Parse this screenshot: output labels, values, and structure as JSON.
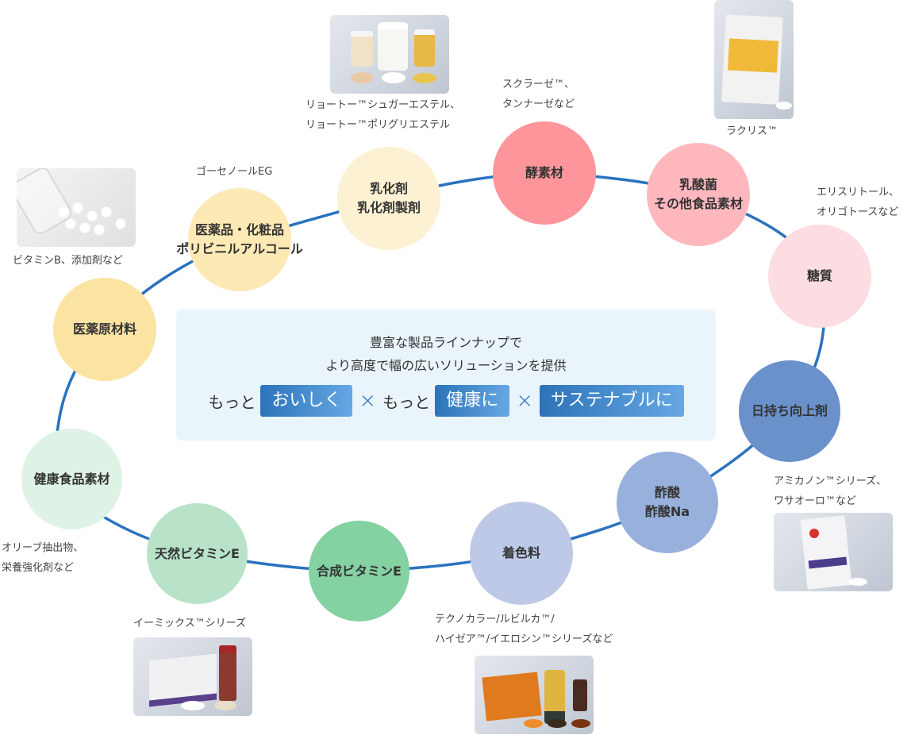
{
  "colors": {
    "ring_line": "#2b72bf",
    "center_box_bg": "#eaf4fb",
    "pill_gradient_start": "#2c73b8",
    "pill_gradient_end": "#66a8e4",
    "times_symbol": "#2d74bb"
  },
  "center": {
    "line1": "豊富な製品ラインナップで",
    "line2": "より高度で幅の広いソリューションを提供",
    "tagline": {
      "more_1": "もっと",
      "pill_1": "おいしく",
      "times_1": "×",
      "more_2": "もっと",
      "pill_2": "健康に",
      "times_2": "×",
      "pill_3": "サステナブルに"
    }
  },
  "nodes": [
    {
      "id": "pharma-raw",
      "lines": [
        "医薬原材料"
      ],
      "color": "#fbe3a2"
    },
    {
      "id": "health-food",
      "lines": [
        "健康食品素材"
      ],
      "color": "#dff2e6"
    },
    {
      "id": "natural-vit-e",
      "lines": [
        "天然ビタミンE"
      ],
      "color": "#b8e3c9"
    },
    {
      "id": "synthetic-vit-e",
      "lines": [
        "合成ビタミンE"
      ],
      "color": "#84d1a2"
    },
    {
      "id": "colorant",
      "lines": [
        "着色料"
      ],
      "color": "#bdc9e7"
    },
    {
      "id": "acetic-acid",
      "lines": [
        "酢酸",
        "酢酸Na"
      ],
      "color": "#98b0dc"
    },
    {
      "id": "shelf-life",
      "lines": [
        "日持ち向上剤"
      ],
      "color": "#6b91cb"
    },
    {
      "id": "saccharide",
      "lines": [
        "糖質"
      ],
      "color": "#fcdde1"
    },
    {
      "id": "lactic-bacteria",
      "lines": [
        "乳酸菌",
        "その他食品素材"
      ],
      "color": "#feb8bd"
    },
    {
      "id": "enzyme",
      "lines": [
        "酵素材"
      ],
      "color": "#fd959a"
    },
    {
      "id": "emulsifier",
      "lines": [
        "乳化剤",
        "乳化剤製剤"
      ],
      "color": "#fdf1d4"
    },
    {
      "id": "pva",
      "lines": [
        "医薬品・化粧品",
        "ポリビニルアルコール"
      ],
      "color": "#fde9b4"
    }
  ],
  "captions": {
    "emulsifier": [
      "リョートー™シュガーエステル、",
      "リョートー™ポリグリエステル"
    ],
    "enzyme": [
      "スクラーゼ™、",
      "タンナーゼなど"
    ],
    "lactic": [
      "ラクリス™"
    ],
    "saccharide": [
      "エリスリトール、",
      "オリゴトースなど"
    ],
    "pva": [
      "ゴーセノールEG"
    ],
    "pharma": [
      "ビタミンB、添加剤など"
    ],
    "health": [
      "オリーブ抽出物、",
      "栄養強化剤など"
    ],
    "natural_vit_e": [
      "イーミックス™シリーズ"
    ],
    "colorant": [
      "テクノカラー/ルビルカ™/",
      "ハイゼア™/イエロシン™シリーズなど"
    ],
    "shelf_life": [
      "アミカノン™シリーズ、",
      "ワサオーロ™など"
    ]
  },
  "photos": {
    "emulsifier": "emulsifier-products-photo",
    "lactic": "lacris-bag-photo",
    "pharma": "tablets-photo",
    "natural_vit_e": "emix-products-photo",
    "colorant": "colorant-products-photo",
    "shelf_life": "amicanon-bag-photo"
  }
}
